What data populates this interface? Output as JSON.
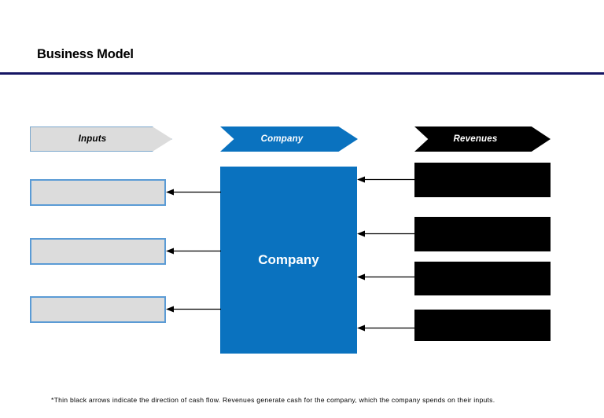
{
  "slide": {
    "title": "Business Model",
    "accent_rule_color": "#151563",
    "background_color": "#ffffff"
  },
  "columns": {
    "inputs": {
      "banner_label": "Inputs",
      "banner_fill": "#dcdcdc",
      "banner_border": "#7ba7cc",
      "banner_text_color": "#000000",
      "boxes": [
        {
          "label": "",
          "fill": "#dcdcdc",
          "border": "#5b9bd5"
        },
        {
          "label": "",
          "fill": "#dcdcdc",
          "border": "#5b9bd5"
        },
        {
          "label": "",
          "fill": "#dcdcdc",
          "border": "#5b9bd5"
        }
      ]
    },
    "company": {
      "banner_label": "Company",
      "banner_fill": "#0a72bf",
      "banner_text_color": "#ffffff",
      "block_label": "Company",
      "block_fill": "#0a72bf",
      "block_text_color": "#ffffff"
    },
    "revenues": {
      "banner_label": "Revenues",
      "banner_fill": "#000000",
      "banner_text_color": "#ffffff",
      "boxes": [
        {
          "label": "",
          "fill": "#000000"
        },
        {
          "label": "",
          "fill": "#000000"
        },
        {
          "label": "",
          "fill": "#000000"
        },
        {
          "label": "",
          "fill": "#000000"
        }
      ]
    }
  },
  "flows": {
    "company_to_inputs": [
      {
        "from": "company",
        "to": "input-box-1",
        "direction": "left"
      },
      {
        "from": "company",
        "to": "input-box-2",
        "direction": "left"
      },
      {
        "from": "company",
        "to": "input-box-3",
        "direction": "left"
      }
    ],
    "revenues_to_company": [
      {
        "from": "revenue-box-1",
        "to": "company",
        "direction": "left"
      },
      {
        "from": "revenue-box-2",
        "to": "company",
        "direction": "left"
      },
      {
        "from": "revenue-box-3",
        "to": "company",
        "direction": "left"
      },
      {
        "from": "revenue-box-4",
        "to": "company",
        "direction": "left"
      }
    ],
    "arrow_color": "#000000"
  },
  "footnote": {
    "text": "*Thin black arrows indicate the direction of cash flow. Revenues generate cash for the company, which the company spends on their inputs."
  }
}
